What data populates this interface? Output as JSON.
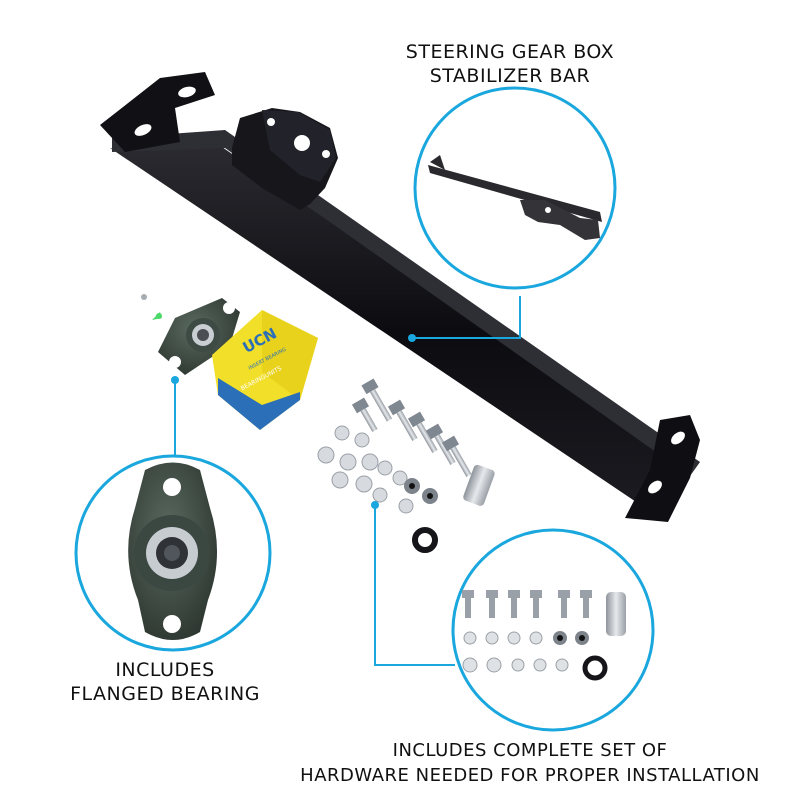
{
  "captions": {
    "stabilizer": {
      "line1": "STEERING GEAR BOX",
      "line2": "STABILIZER BAR"
    },
    "bearing": {
      "line1": "INCLUDES",
      "line2": "FLANGED BEARING"
    },
    "hardware": {
      "line1": "INCLUDES COMPLETE SET OF",
      "line2": "HARDWARE NEEDED FOR PROPER INSTALLATION"
    }
  },
  "box_label": {
    "brand": "UCN",
    "line2": "INSERT BEARING",
    "line3": "BEARINGUNITS"
  },
  "colors": {
    "accent_circle": "#1aa7de",
    "bar": "#0c0c10",
    "bearing_housing": "#3d4a42",
    "box_yellow": "#f2df2a",
    "box_blue": "#2a6fb8",
    "metal": "#b8bcc2"
  }
}
